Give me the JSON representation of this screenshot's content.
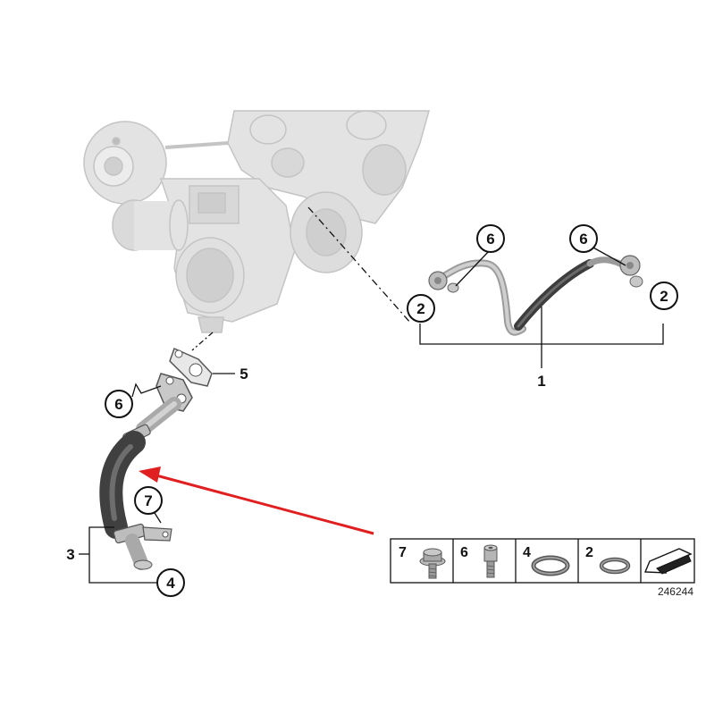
{
  "diagram": {
    "callouts": {
      "c1": "1",
      "c2_left": "2",
      "c2_right": "2",
      "c3": "3",
      "c4": "4",
      "c5": "5",
      "c6_top_left": "6",
      "c6_top_right": "6",
      "c6_lower": "6",
      "c7": "7"
    },
    "legend": {
      "cells": [
        {
          "number": "7",
          "part": "bolt-with-washer"
        },
        {
          "number": "6",
          "part": "socket-screw"
        },
        {
          "number": "4",
          "part": "o-ring-large"
        },
        {
          "number": "2",
          "part": "o-ring-small"
        }
      ],
      "arrow_icon": "direction-arrow-icon"
    },
    "image_id": "246244",
    "colors": {
      "line": "#111111",
      "turbo_gray": "#d7d7d7",
      "pipe_dark": "#4a4a4a",
      "highlight_arrow": "#e02020"
    }
  }
}
